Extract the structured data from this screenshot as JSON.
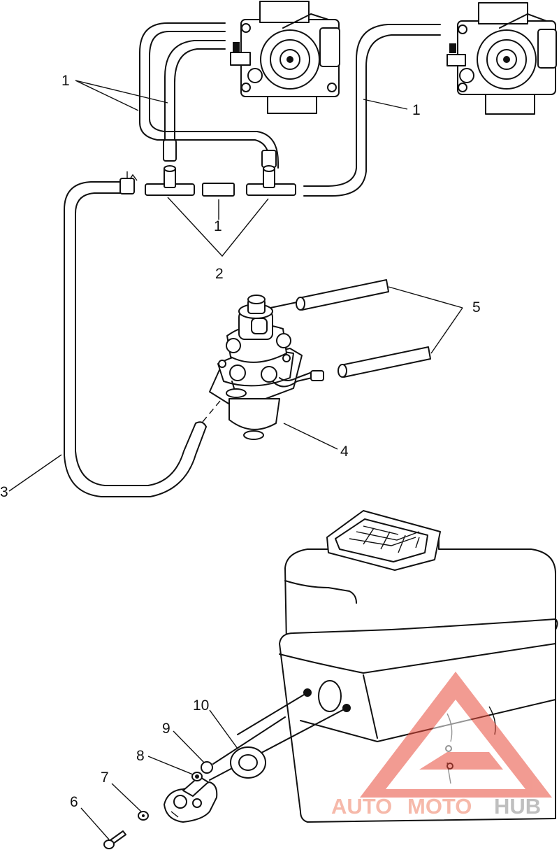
{
  "callouts": [
    {
      "id": "c1a",
      "text": "1"
    },
    {
      "id": "c1b",
      "text": "1"
    },
    {
      "id": "c1c",
      "text": "1"
    },
    {
      "id": "c2",
      "text": "2"
    },
    {
      "id": "c3",
      "text": "3"
    },
    {
      "id": "c4",
      "text": "4"
    },
    {
      "id": "c5",
      "text": "5"
    },
    {
      "id": "c6",
      "text": "6"
    },
    {
      "id": "c7",
      "text": "7"
    },
    {
      "id": "c8",
      "text": "8"
    },
    {
      "id": "c9",
      "text": "9"
    },
    {
      "id": "c10",
      "text": "10"
    }
  ],
  "watermark": {
    "part1": "AUTO",
    "part2": "MOTO",
    "part3": "HUB",
    "colors": {
      "accent": "#e84a3a",
      "gray": "#9a9a9a"
    }
  }
}
